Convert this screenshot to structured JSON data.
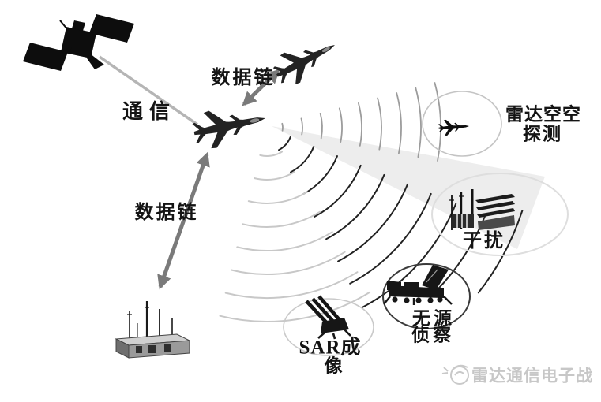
{
  "diagram": {
    "labels": {
      "communication": "通信",
      "datalink_air": "数据链",
      "datalink_ground": "数据链",
      "radar_air": [
        "雷达空空",
        "探测"
      ],
      "jamming": "干扰",
      "passive": [
        "无源",
        "侦察"
      ],
      "sar": [
        "SAR成",
        "像"
      ]
    },
    "watermark": {
      "text": "雷达通信电子战"
    },
    "icons": {
      "satellite": "satellite-icon",
      "fighter_lead": "fighter-jet-icon",
      "fighter_wingman": "fighter-jet-icon",
      "target_jet": "small-jet-icon",
      "ground_station": "ground-station-truck-icon",
      "jamming_building": "building-antennas-icon",
      "passive_vehicle": "radar-vehicle-icon",
      "sar_launcher": "missile-launcher-icon",
      "watermark_logo": "bird-swoosh-logo-icon"
    },
    "colors": {
      "ink": "#1b1b1b",
      "arrow_gray": "#7a7a7a",
      "comm_line": "#b5b5b5",
      "wave_dark": "#222222",
      "wave_mid": "#9c9c9c",
      "wave_light": "#c8c8c8",
      "beam": "#ededed",
      "ellipse_light": "#c4c4c4",
      "ellipse_dark": "#3a3a3a",
      "watermark": "#c7c7c7"
    }
  }
}
